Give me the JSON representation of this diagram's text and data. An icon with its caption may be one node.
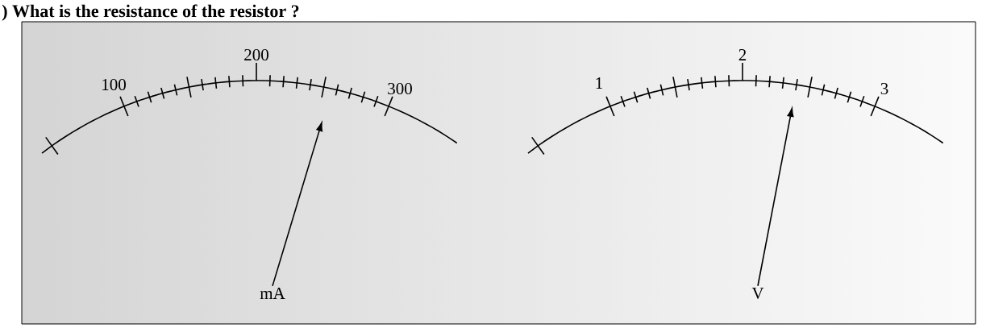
{
  "diagram": {
    "title": ") What is the resistance of the resistor ?",
    "nodes": [
      {
        "text": [
          "mA"
        ]
      },
      {
        "text": [
          "V"
        ]
      }
    ],
    "edges": [
      {
        "from": 0,
        "to": null,
        "arrow": "to"
      },
      {
        "from": 1,
        "to": null,
        "arrow": "to"
      }
    ],
    "labels": [
      "100",
      "200",
      "300",
      "1",
      "2",
      "3"
    ]
  }
}
